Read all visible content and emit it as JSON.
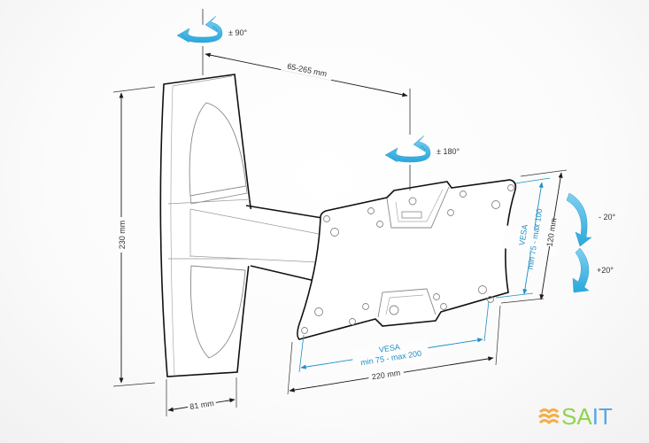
{
  "diagram": {
    "subject": "Swivel TV wall mount bracket technical drawing",
    "dimensions": {
      "height": "230 mm",
      "depth": "81 mm",
      "arm_extension": "65-265 mm",
      "plate_width": "220 mm",
      "plate_height": "120 mm"
    },
    "vesa": {
      "horizontal_title": "VESA",
      "horizontal_range": "min 75 - max 200",
      "vertical_title": "VESA",
      "vertical_range": "min 75 - max 100"
    },
    "rotations": {
      "wall_swivel": "± 90°",
      "plate_swivel": "± 180°",
      "tilt_up": "- 20°",
      "tilt_down": "+20°"
    },
    "colors": {
      "accent_blue": "#3fb6e4",
      "dimension_blue": "#1e8fc4",
      "line": "#1a1a1a"
    }
  },
  "logo": {
    "text_s": "S",
    "text_a": "A",
    "text_it": "IT"
  }
}
